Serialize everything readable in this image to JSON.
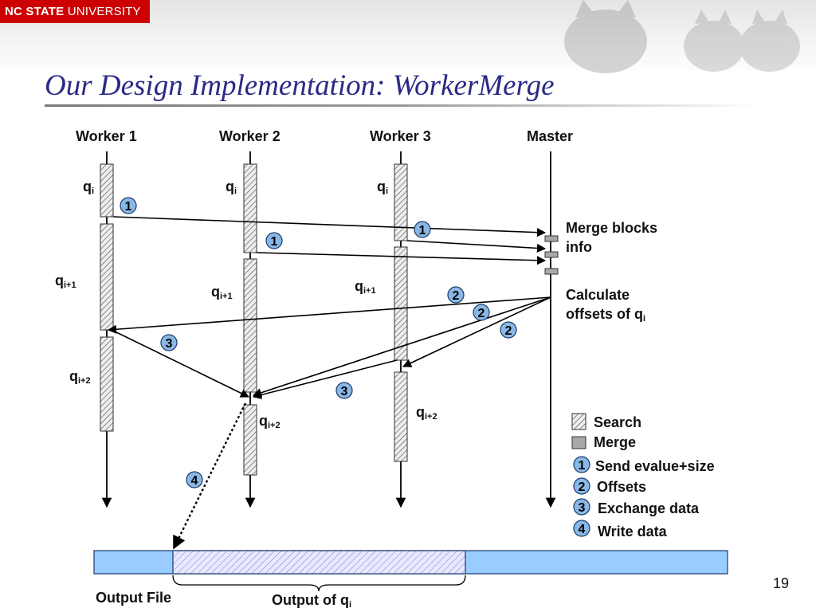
{
  "header": {
    "logo_bold": "NC STATE",
    "logo_thin": " UNIVERSITY",
    "title": "Our Design Implementation: WorkerMerge"
  },
  "columns": {
    "worker1": "Worker 1",
    "worker2": "Worker 2",
    "worker3": "Worker 3",
    "master": "Master"
  },
  "q_labels": {
    "base": "q",
    "i": "i",
    "i1": "i+1",
    "i2": "i+2"
  },
  "master_notes": {
    "merge_line1": "Merge blocks",
    "merge_line2": "info",
    "calc_line1": "Calculate",
    "calc_line2": "offsets of q",
    "calc_sub": "i"
  },
  "step_badges": {
    "one": "1",
    "two": "2",
    "three": "3",
    "four": "4"
  },
  "legend": {
    "search": "Search",
    "merge": "Merge",
    "step1": "Send evalue+size",
    "step2": "Offsets",
    "step3": "Exchange data",
    "step4": "Write data"
  },
  "output": {
    "file_label": "Output File",
    "qi_label": "Output of q",
    "qi_sub": "i"
  },
  "page_number": "19",
  "colors": {
    "title": "#2a2a86",
    "logo_bg": "#cc0000",
    "badge_fill": "#8ab8e6",
    "output_bar": "#99ccff",
    "hatch_bg": "#e8e8ff"
  }
}
